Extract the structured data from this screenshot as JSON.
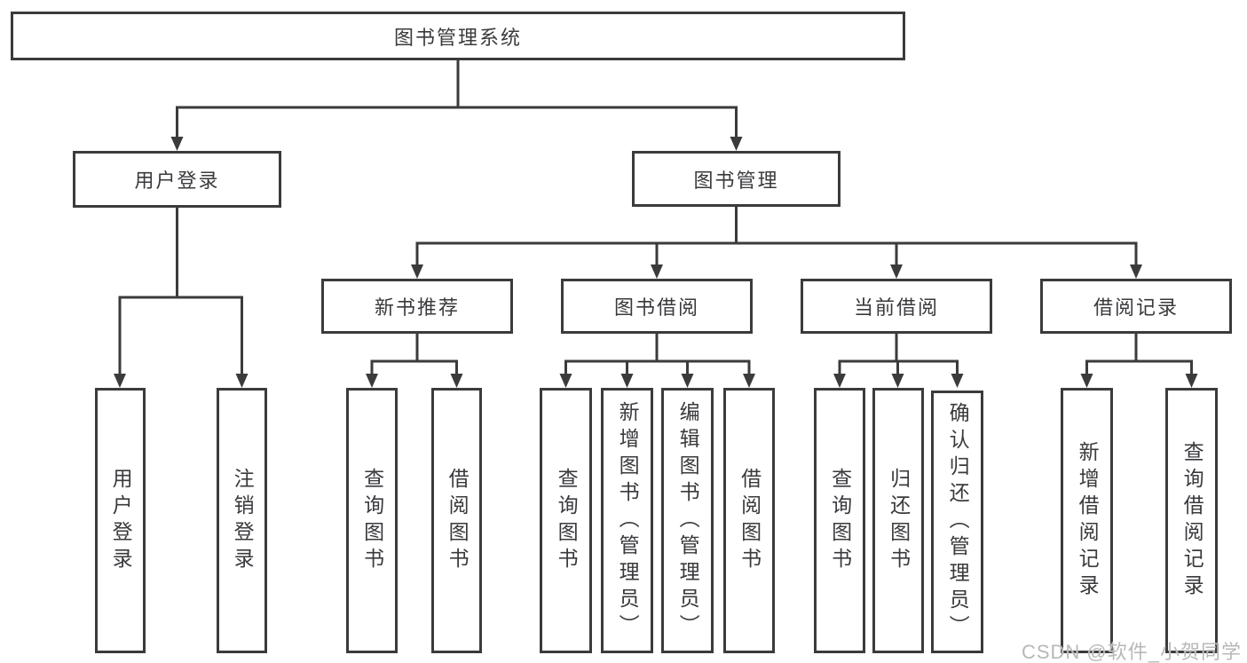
{
  "diagram_title": "图书管理系统",
  "tree": {
    "label": "图书管理系统",
    "children": [
      {
        "label": "用户登录",
        "children": [
          {
            "label": "用户登录"
          },
          {
            "label": "注销登录"
          }
        ]
      },
      {
        "label": "图书管理",
        "children": [
          {
            "label": "新书推荐",
            "children": [
              {
                "label": "查询图书"
              },
              {
                "label": "借阅图书"
              }
            ]
          },
          {
            "label": "图书借阅",
            "children": [
              {
                "label": "查询图书"
              },
              {
                "label": "新增图书（管理员）"
              },
              {
                "label": "编辑图书（管理员）"
              },
              {
                "label": "借阅图书"
              }
            ]
          },
          {
            "label": "当前借阅",
            "children": [
              {
                "label": "查询图书"
              },
              {
                "label": "归还图书"
              },
              {
                "label": "确认归还（管理员）"
              }
            ]
          },
          {
            "label": "借阅记录",
            "children": [
              {
                "label": "新增借阅记录"
              },
              {
                "label": "查询借阅记录"
              }
            ]
          }
        ]
      }
    ]
  },
  "watermark": {
    "text": "CSDN @软件_小贺同学"
  },
  "colors": {
    "background": "#ffffff",
    "line": "#3b3b3b",
    "box_border": "#3b3b3b",
    "label_text": "#3a3a3e",
    "watermark_text": "#b8b8b8"
  }
}
